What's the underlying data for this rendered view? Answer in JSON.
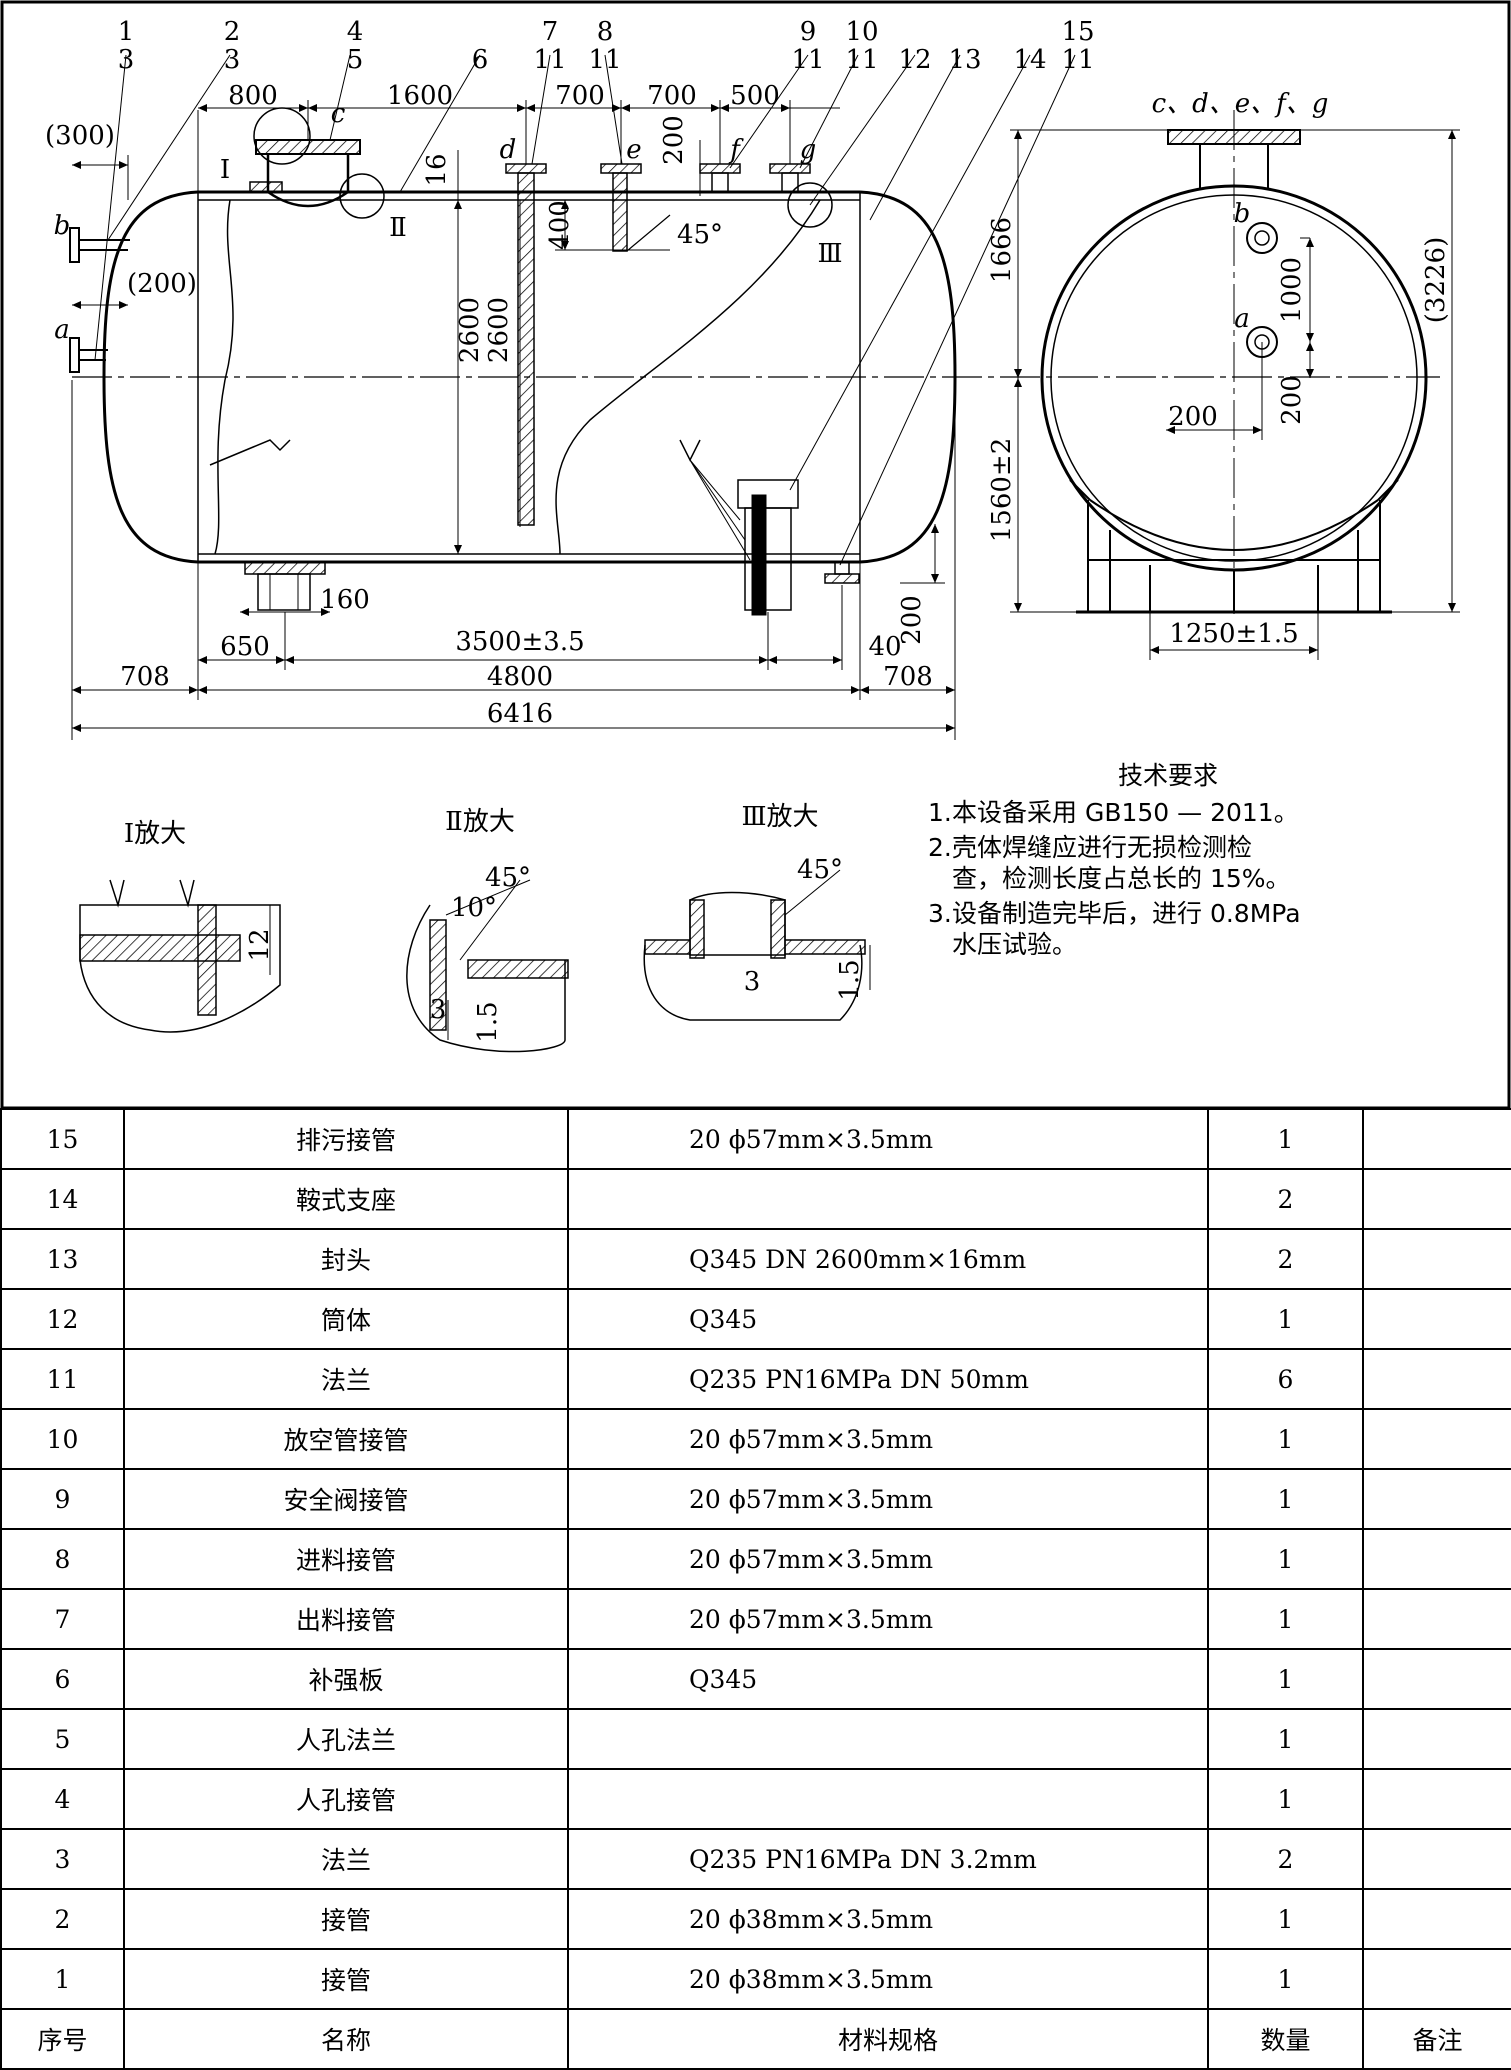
{
  "balloons": {
    "b1": "1",
    "b3a": "3",
    "b2": "2",
    "b3b": "3",
    "b4": "4",
    "b5": "5",
    "b6": "6",
    "b7": "7",
    "b11a": "11",
    "b8": "8",
    "b11b": "11",
    "b9": "9",
    "b11c": "11",
    "b10": "10",
    "b11d": "11",
    "b12": "12",
    "b13": "13",
    "b14": "14",
    "b15": "15",
    "b11e": "11"
  },
  "dimensions": {
    "d800": "800",
    "d1600": "1600",
    "d700a": "700",
    "d700b": "700",
    "d500": "500",
    "d300": "(300)",
    "d200a": "(200)",
    "d16": "16",
    "d200b": "200",
    "d400": "400",
    "d45": "45°",
    "d2600a": "2600",
    "d2600b": "2600",
    "d1666": "1666",
    "d1560": "1560±2",
    "d160": "160",
    "d650": "650",
    "d3500": "3500±3.5",
    "d40": "40",
    "d200c": "200",
    "d708a": "708",
    "d4800": "4800",
    "d708b": "708",
    "d6416": "6416",
    "d1000": "1000",
    "d200d": "200",
    "d200e": "200",
    "d3226": "(3226)",
    "d1250": "1250±1.5"
  },
  "nozzle_labels": {
    "a": "a",
    "b": "b",
    "c": "c",
    "d": "d",
    "e": "e",
    "f": "f",
    "g": "g",
    "side_ab_a": "a",
    "side_ab_b": "b",
    "side_top": "c、d、e、f、g"
  },
  "detail_markers": {
    "m1": "Ⅰ",
    "m2": "Ⅱ",
    "m3": "Ⅲ"
  },
  "details": {
    "d1": {
      "title": "Ⅰ放大",
      "dim12": "12"
    },
    "d2": {
      "title": "Ⅱ放大",
      "a45": "45°",
      "a10": "10°",
      "dim3": "3",
      "dim15": "1.5"
    },
    "d3": {
      "title": "Ⅲ放大",
      "a45": "45°",
      "dim3": "3",
      "dim15": "1.5"
    }
  },
  "tech_requirements": {
    "title": "技术要求",
    "items": [
      {
        "num": "1.",
        "text": "本设备采用 GB150 — 2011。",
        "cont": ""
      },
      {
        "num": "2.",
        "text": "壳体焊缝应进行无损检测检",
        "cont": "查，检测长度占总长的 15%。"
      },
      {
        "num": "3.",
        "text": "设备制造完毕后，进行 0.8MPa",
        "cont": "水压试验。"
      }
    ]
  },
  "bom": {
    "header": {
      "no": "序号",
      "name": "名称",
      "material": "材料规格",
      "qty": "数量",
      "remark": "备注"
    },
    "rows": [
      {
        "no": "15",
        "name": "排污接管",
        "material": "20 ϕ57mm×3.5mm",
        "qty": "1",
        "remark": ""
      },
      {
        "no": "14",
        "name": "鞍式支座",
        "material": "",
        "qty": "2",
        "remark": ""
      },
      {
        "no": "13",
        "name": "封头",
        "material": "Q345 DN 2600mm×16mm",
        "qty": "2",
        "remark": ""
      },
      {
        "no": "12",
        "name": "筒体",
        "material": "Q345",
        "qty": "1",
        "remark": ""
      },
      {
        "no": "11",
        "name": "法兰",
        "material": "Q235 PN16MPa DN 50mm",
        "qty": "6",
        "remark": ""
      },
      {
        "no": "10",
        "name": "放空管接管",
        "material": "20 ϕ57mm×3.5mm",
        "qty": "1",
        "remark": ""
      },
      {
        "no": "9",
        "name": "安全阀接管",
        "material": "20 ϕ57mm×3.5mm",
        "qty": "1",
        "remark": ""
      },
      {
        "no": "8",
        "name": "进料接管",
        "material": "20 ϕ57mm×3.5mm",
        "qty": "1",
        "remark": ""
      },
      {
        "no": "7",
        "name": "出料接管",
        "material": "20 ϕ57mm×3.5mm",
        "qty": "1",
        "remark": ""
      },
      {
        "no": "6",
        "name": "补强板",
        "material": "Q345",
        "qty": "1",
        "remark": ""
      },
      {
        "no": "5",
        "name": "人孔法兰",
        "material": "",
        "qty": "1",
        "remark": ""
      },
      {
        "no": "4",
        "name": "人孔接管",
        "material": "",
        "qty": "1",
        "remark": ""
      },
      {
        "no": "3",
        "name": "法兰",
        "material": "Q235 PN16MPa DN 3.2mm",
        "qty": "2",
        "remark": ""
      },
      {
        "no": "2",
        "name": "接管",
        "material": "20 ϕ38mm×3.5mm",
        "qty": "1",
        "remark": ""
      },
      {
        "no": "1",
        "name": "接管",
        "material": "20 ϕ38mm×3.5mm",
        "qty": "1",
        "remark": ""
      }
    ]
  }
}
